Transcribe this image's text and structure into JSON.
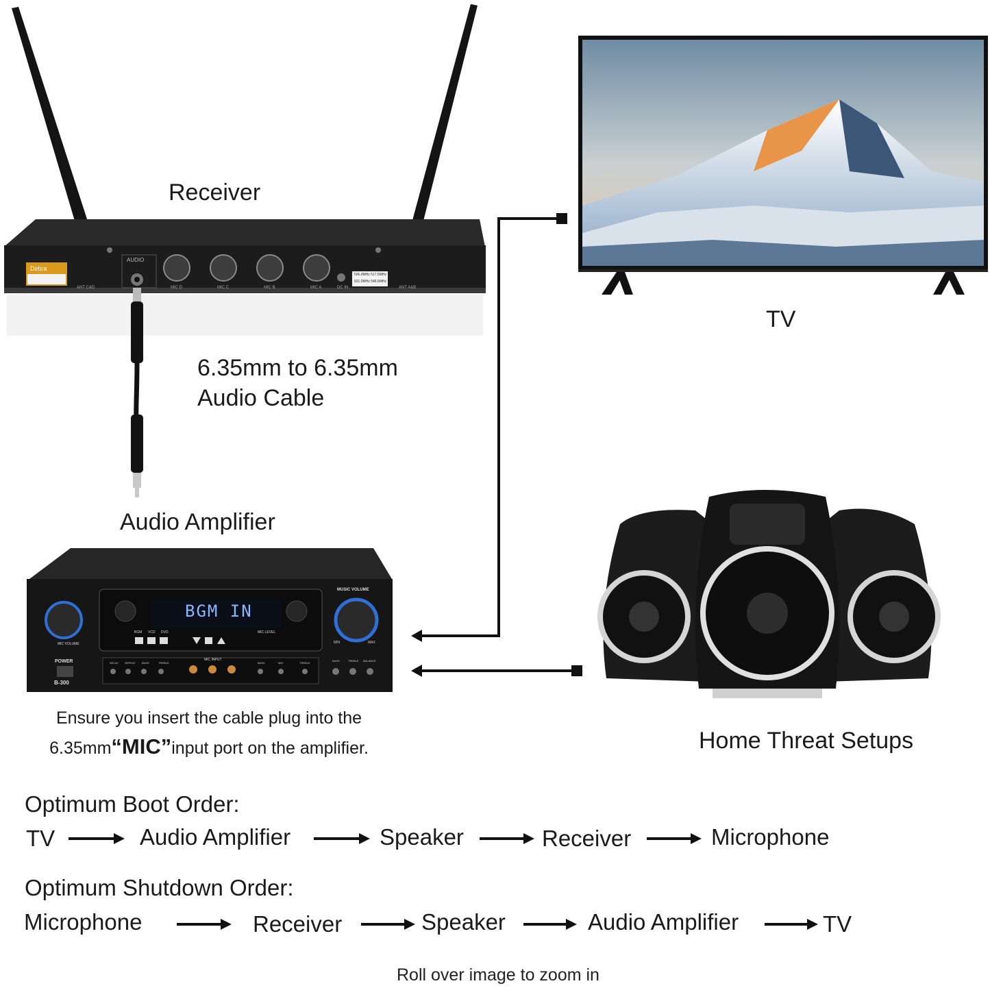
{
  "labels": {
    "receiver": "Receiver",
    "tv": "TV",
    "cable_line1": "6.35mm to 6.35mm",
    "cable_line2": "Audio Cable",
    "amplifier": "Audio Amplifier",
    "speakers": "Home Threat Setups",
    "note_line1": "Ensure you insert the cable plug into the",
    "note_line2_prefix": "6.35mm",
    "note_line2_bold": "“MIC”",
    "note_line2_suffix": "input port on the amplifier."
  },
  "receiver_panel": {
    "brand": "Debra",
    "audio": "AUDIO",
    "ports": [
      "MIC D",
      "MIC C",
      "MIC B",
      "MIC A"
    ],
    "dc": "DC IN",
    "ant_left": "ANT C&D",
    "ant_right": "ANT A&B",
    "freq1": "506.0MHz  517.5MHz",
    "freq2": "531.0MHz  546.5MHz"
  },
  "amplifier_panel": {
    "display": "BGM  IN",
    "model": "B-300",
    "power": "POWER",
    "music_volume": "MUSIC VOLUME",
    "mic_volume": "MIC VOLUME",
    "mic_input": "MIC INPUT",
    "mic_level": "MIC LEVEL",
    "bgm": "BGM",
    "vcd": "VCD",
    "dvd": "DVD",
    "knob_labels": [
      "DELAY",
      "REPEAT",
      "BASS",
      "TREBLE",
      "BASS",
      "MID",
      "TREBLE",
      "BASS",
      "TREBLE",
      "BALANCE"
    ],
    "min": "MIN",
    "max": "MAX"
  },
  "boot_order": {
    "title": "Optimum Boot Order:",
    "items": [
      "TV",
      "Audio Amplifier",
      "Speaker",
      "Receiver",
      "Microphone"
    ]
  },
  "shutdown_order": {
    "title": "Optimum Shutdown Order:",
    "items": [
      "Microphone",
      "Receiver",
      "Speaker",
      "Audio Amplifier",
      "TV"
    ]
  },
  "footer": "Roll over image to zoom in",
  "colors": {
    "device_black": "#1b1b1b",
    "accent_blue": "#2f6fd6",
    "display_blue": "#8fb6ff",
    "line": "#111111"
  }
}
